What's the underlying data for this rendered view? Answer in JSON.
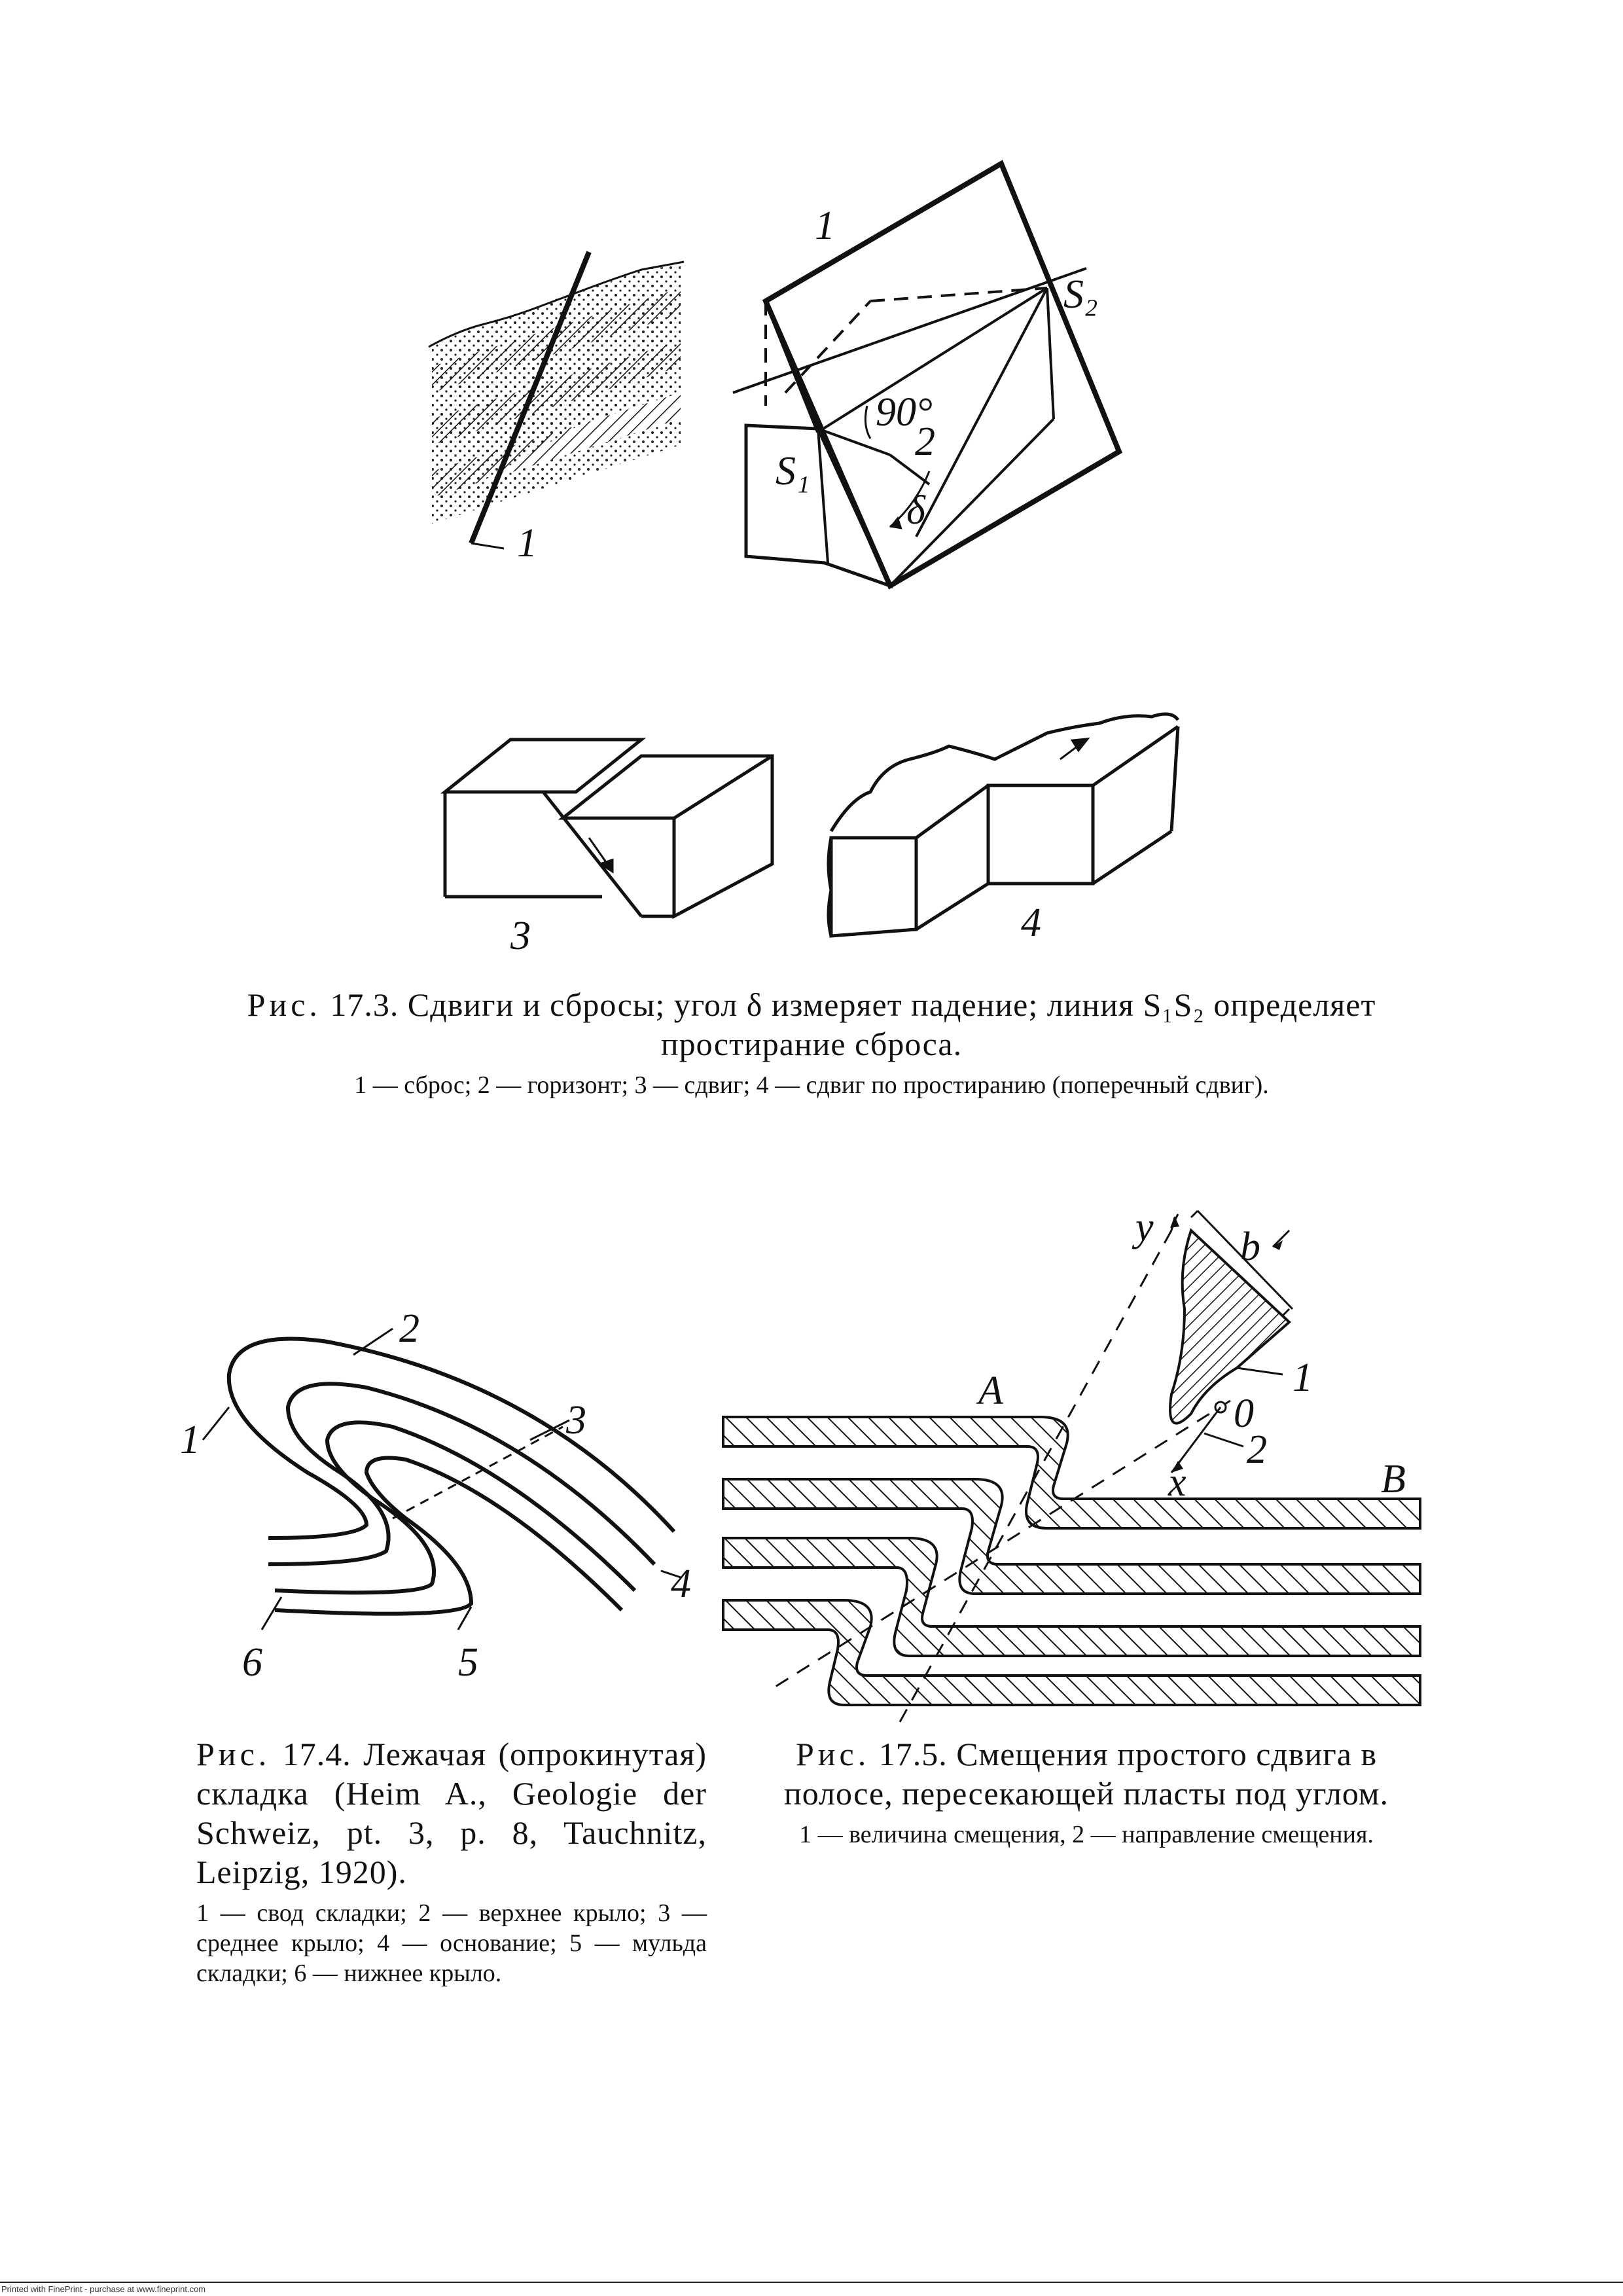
{
  "figure_17_3": {
    "labels": {
      "sbros": "1",
      "block_top": "1",
      "horizon": "2",
      "angle": "90°",
      "delta": "δ",
      "s1": "S₁",
      "s2": "S₂",
      "sdvig": "3",
      "strike_slip": "4"
    },
    "caption_prefix": "Рис.",
    "caption_text": "17.3. Сдвиги и сбросы; угол δ измеряет падение; линия S₁S₂ определяет простирание сброса.",
    "legend": "1 — сброс; 2 — горизонт; 3 — сдвиг; 4 — сдвиг по простиранию (поперечный сдвиг)."
  },
  "figure_17_4": {
    "labels": [
      "1",
      "2",
      "3",
      "4",
      "5",
      "6"
    ],
    "caption_prefix": "Рис.",
    "caption_text": "17.4. Лежачая (опрокинутая) складка (Heim A., Geologie der Schweiz, pt. 3, p. 8, Tauchnitz, Leipzig, 1920).",
    "legend": "1 — свод складки; 2 — верхнее крыло; 3 — среднее крыло; 4 — основание; 5 — мульда складки; 6 — нижнее крыло."
  },
  "figure_17_5": {
    "labels": {
      "y": "y",
      "b": "b",
      "one": "1",
      "zero": "0",
      "two": "2",
      "x": "x",
      "a": "A",
      "b_point": "B"
    },
    "caption_prefix": "Рис.",
    "caption_text": "17.5. Смещения простого сдвига в полосе, пересекающей пласты под углом.",
    "legend": "1 — величина смещения, 2 — направление смещения."
  },
  "footer": "Printed with FinePrint - purchase at www.fineprint.com"
}
